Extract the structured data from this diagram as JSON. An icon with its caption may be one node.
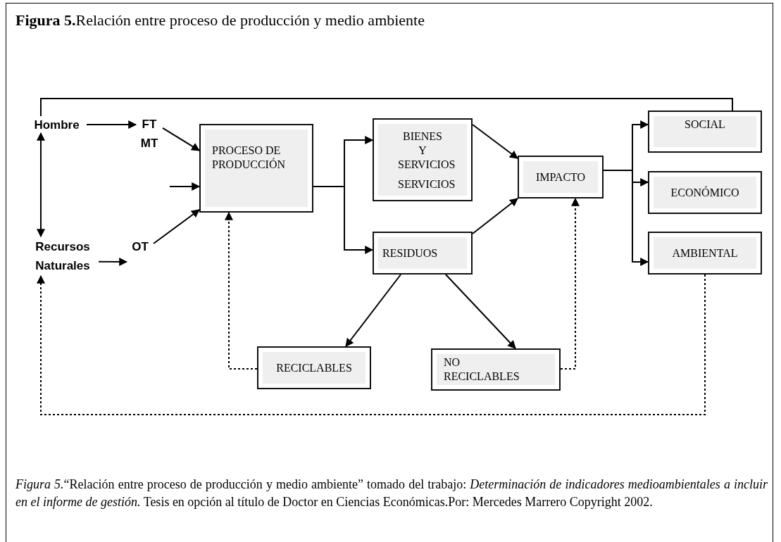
{
  "diagram": {
    "title": "**Figura 5.**Relación entre proceso de producción y medio ambiente",
    "caption": "*Figura 5.*“Relación entre proceso de producción y medio ambiente” tomado del trabajo: *Determinación de indicadores medioambientales a incluir en el informe de gestión.* Tesis en opción al título de Doctor en Ciencias Económicas.Por: Mercedes Marrero Copyright 2002.",
    "nodes": [
      {
        "text": [
          "Hombre"
        ]
      },
      {
        "text": [
          "FT MT"
        ]
      },
      {
        "text": [
          "Recursos Naturales"
        ]
      },
      {
        "text": [
          "OT"
        ]
      },
      {
        "text": [
          "PROCESO DE PRODUCCIÓN"
        ]
      },
      {
        "text": [
          "BIENES Y SERVICIOS",
          "SERVICIOS"
        ]
      },
      {
        "text": [
          "RESIDUOS"
        ]
      },
      {
        "text": [
          "IMPACTO"
        ]
      },
      {
        "text": [
          "SOCIAL"
        ]
      },
      {
        "text": [
          "ECONÓMICO"
        ]
      },
      {
        "text": [
          "AMBIENTAL"
        ]
      },
      {
        "text": [
          "RECICLABLES"
        ]
      },
      {
        "text": [
          "NO RECICLABLES"
        ]
      }
    ],
    "edges": [
      {
        "from": 0,
        "to": 1,
        "arrow": "to"
      },
      {
        "from": 2,
        "to": 3,
        "arrow": "to"
      },
      {
        "from": 0,
        "to": 2,
        "arrow": "both"
      },
      {
        "from": 1,
        "to": 4,
        "arrow": "to"
      },
      {
        "from": null,
        "to": 4,
        "arrow": "to"
      },
      {
        "from": 3,
        "to": 4,
        "arrow": "to"
      },
      {
        "from": 4,
        "to": 5,
        "arrow": "to"
      },
      {
        "from": 4,
        "to": 6,
        "arrow": "to"
      },
      {
        "from": 5,
        "to": 7,
        "arrow": "to"
      },
      {
        "from": 6,
        "to": 7,
        "arrow": "to"
      },
      {
        "from": 7,
        "to": 8,
        "arrow": "to"
      },
      {
        "from": 7,
        "to": 9,
        "arrow": "to"
      },
      {
        "from": 7,
        "to": 10,
        "arrow": "to"
      },
      {
        "from": 6,
        "to": 11,
        "arrow": "to"
      },
      {
        "from": 6,
        "to": 12,
        "arrow": "to"
      },
      {
        "from": 11,
        "to": 4,
        "arrow": "to",
        "style": "dashed"
      },
      {
        "from": 12,
        "to": 7,
        "arrow": "to",
        "style": "dashed"
      },
      {
        "from": 10,
        "to": 2,
        "arrow": "to",
        "style": "dashed"
      },
      {
        "from": 0,
        "to": 8,
        "arrow": "none"
      }
    ]
  }
}
